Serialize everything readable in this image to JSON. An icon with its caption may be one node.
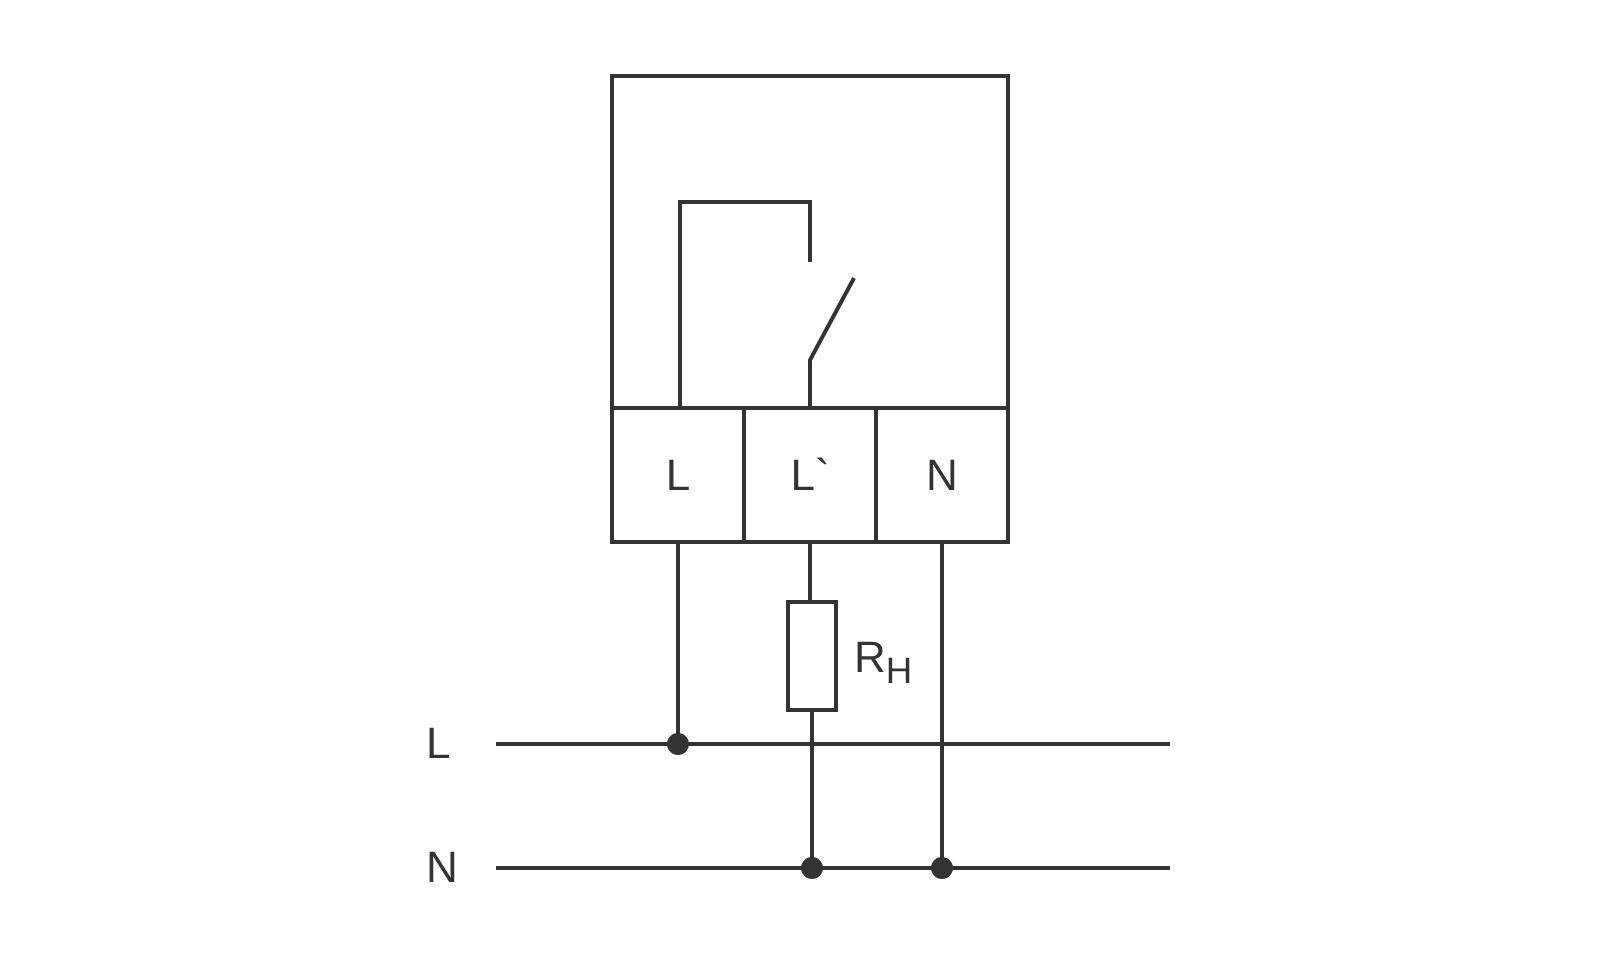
{
  "diagram": {
    "nodes": [
      {
        "text": [],
        "shape": "box"
      },
      {
        "text": [
          "L"
        ],
        "in": 0
      },
      {
        "text": [
          "L`"
        ],
        "in": 0
      },
      {
        "text": [
          "N"
        ],
        "in": 0
      },
      {
        "text": [],
        "shape": "box",
        "beside": [
          "R$_{H}$"
        ]
      },
      {
        "text": [],
        "shape": "line",
        "beside": [
          "L"
        ]
      },
      {
        "text": [],
        "shape": "line",
        "beside": [
          "N"
        ]
      }
    ],
    "edges": [
      {
        "from": 1,
        "to": 5,
        "arrow": "other"
      },
      {
        "from": 2,
        "to": 4,
        "arrow": "none"
      },
      {
        "from": 4,
        "to": 6,
        "arrow": "other"
      },
      {
        "from": 3,
        "to": 6,
        "arrow": "other"
      }
    ]
  }
}
